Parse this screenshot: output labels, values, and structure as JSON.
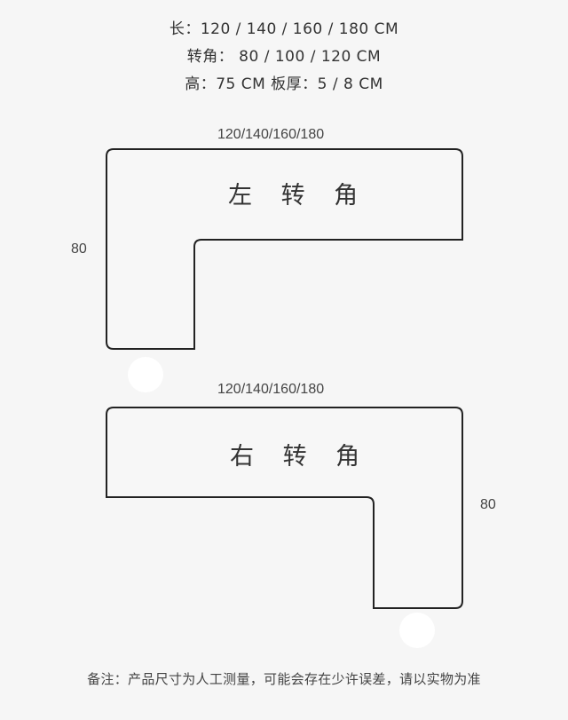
{
  "specs": {
    "length": "长：120 / 140 / 160 / 180 CM",
    "corner": "转角：  80 / 100 / 120 CM",
    "height": "高：75 CM   板厚：5 / 8 CM"
  },
  "left_corner": {
    "width_label": "120/140/160/180",
    "depth_label": "80",
    "name": "左 转 角"
  },
  "right_corner": {
    "width_label": "120/140/160/180",
    "depth_label": "80",
    "name": "右 转 角"
  },
  "footer_note": "备注：产品尺寸为人工测量，可能会存在少许误差，请以实物为准",
  "colors": {
    "background": "#f6f6f6",
    "outline": "#222222",
    "shape_fill": "#f7f7f7"
  }
}
